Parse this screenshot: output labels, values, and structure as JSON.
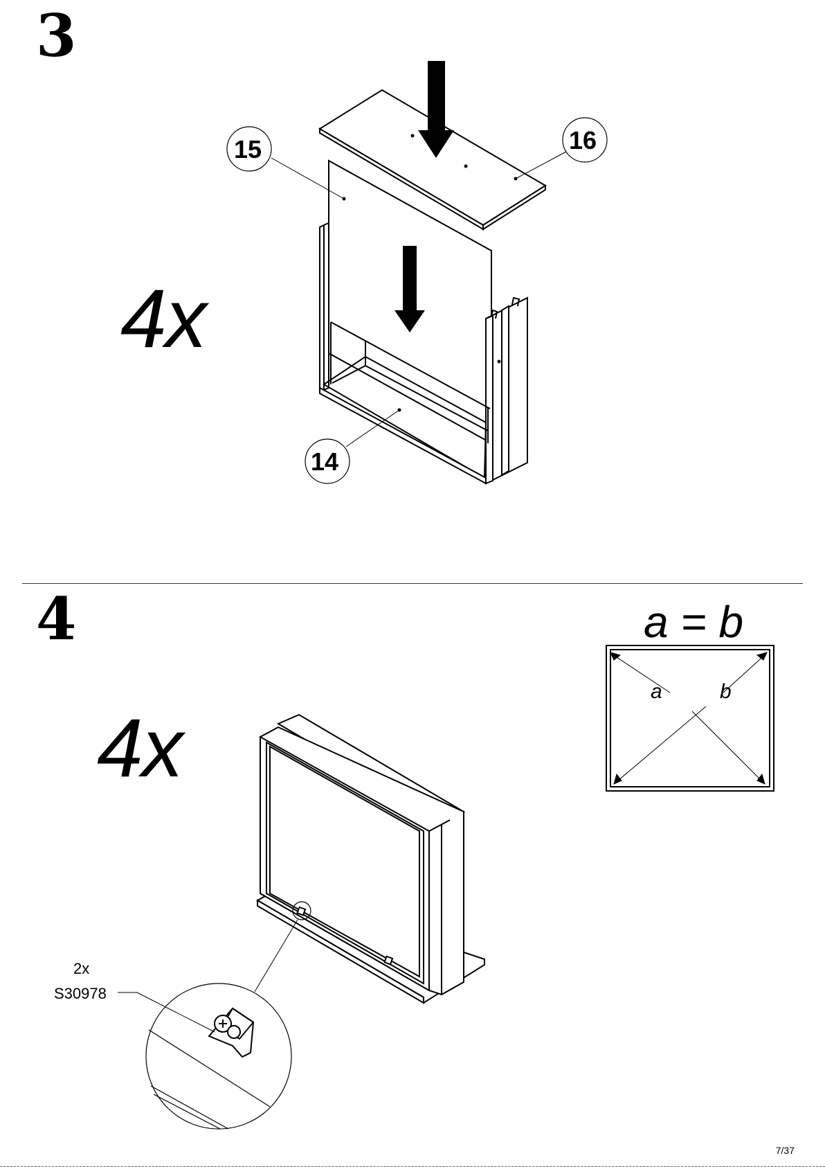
{
  "step3": {
    "number": "3",
    "quantity": "4x",
    "parts": [
      {
        "id": "15",
        "label": "15"
      },
      {
        "id": "16",
        "label": "16"
      },
      {
        "id": "14",
        "label": "14"
      }
    ]
  },
  "step4": {
    "number": "4",
    "quantity": "4x",
    "equation": "a = b",
    "diag_a": "a",
    "diag_b": "b",
    "hardware_qty": "2x",
    "hardware_code": "S30978"
  },
  "page": "7/37"
}
